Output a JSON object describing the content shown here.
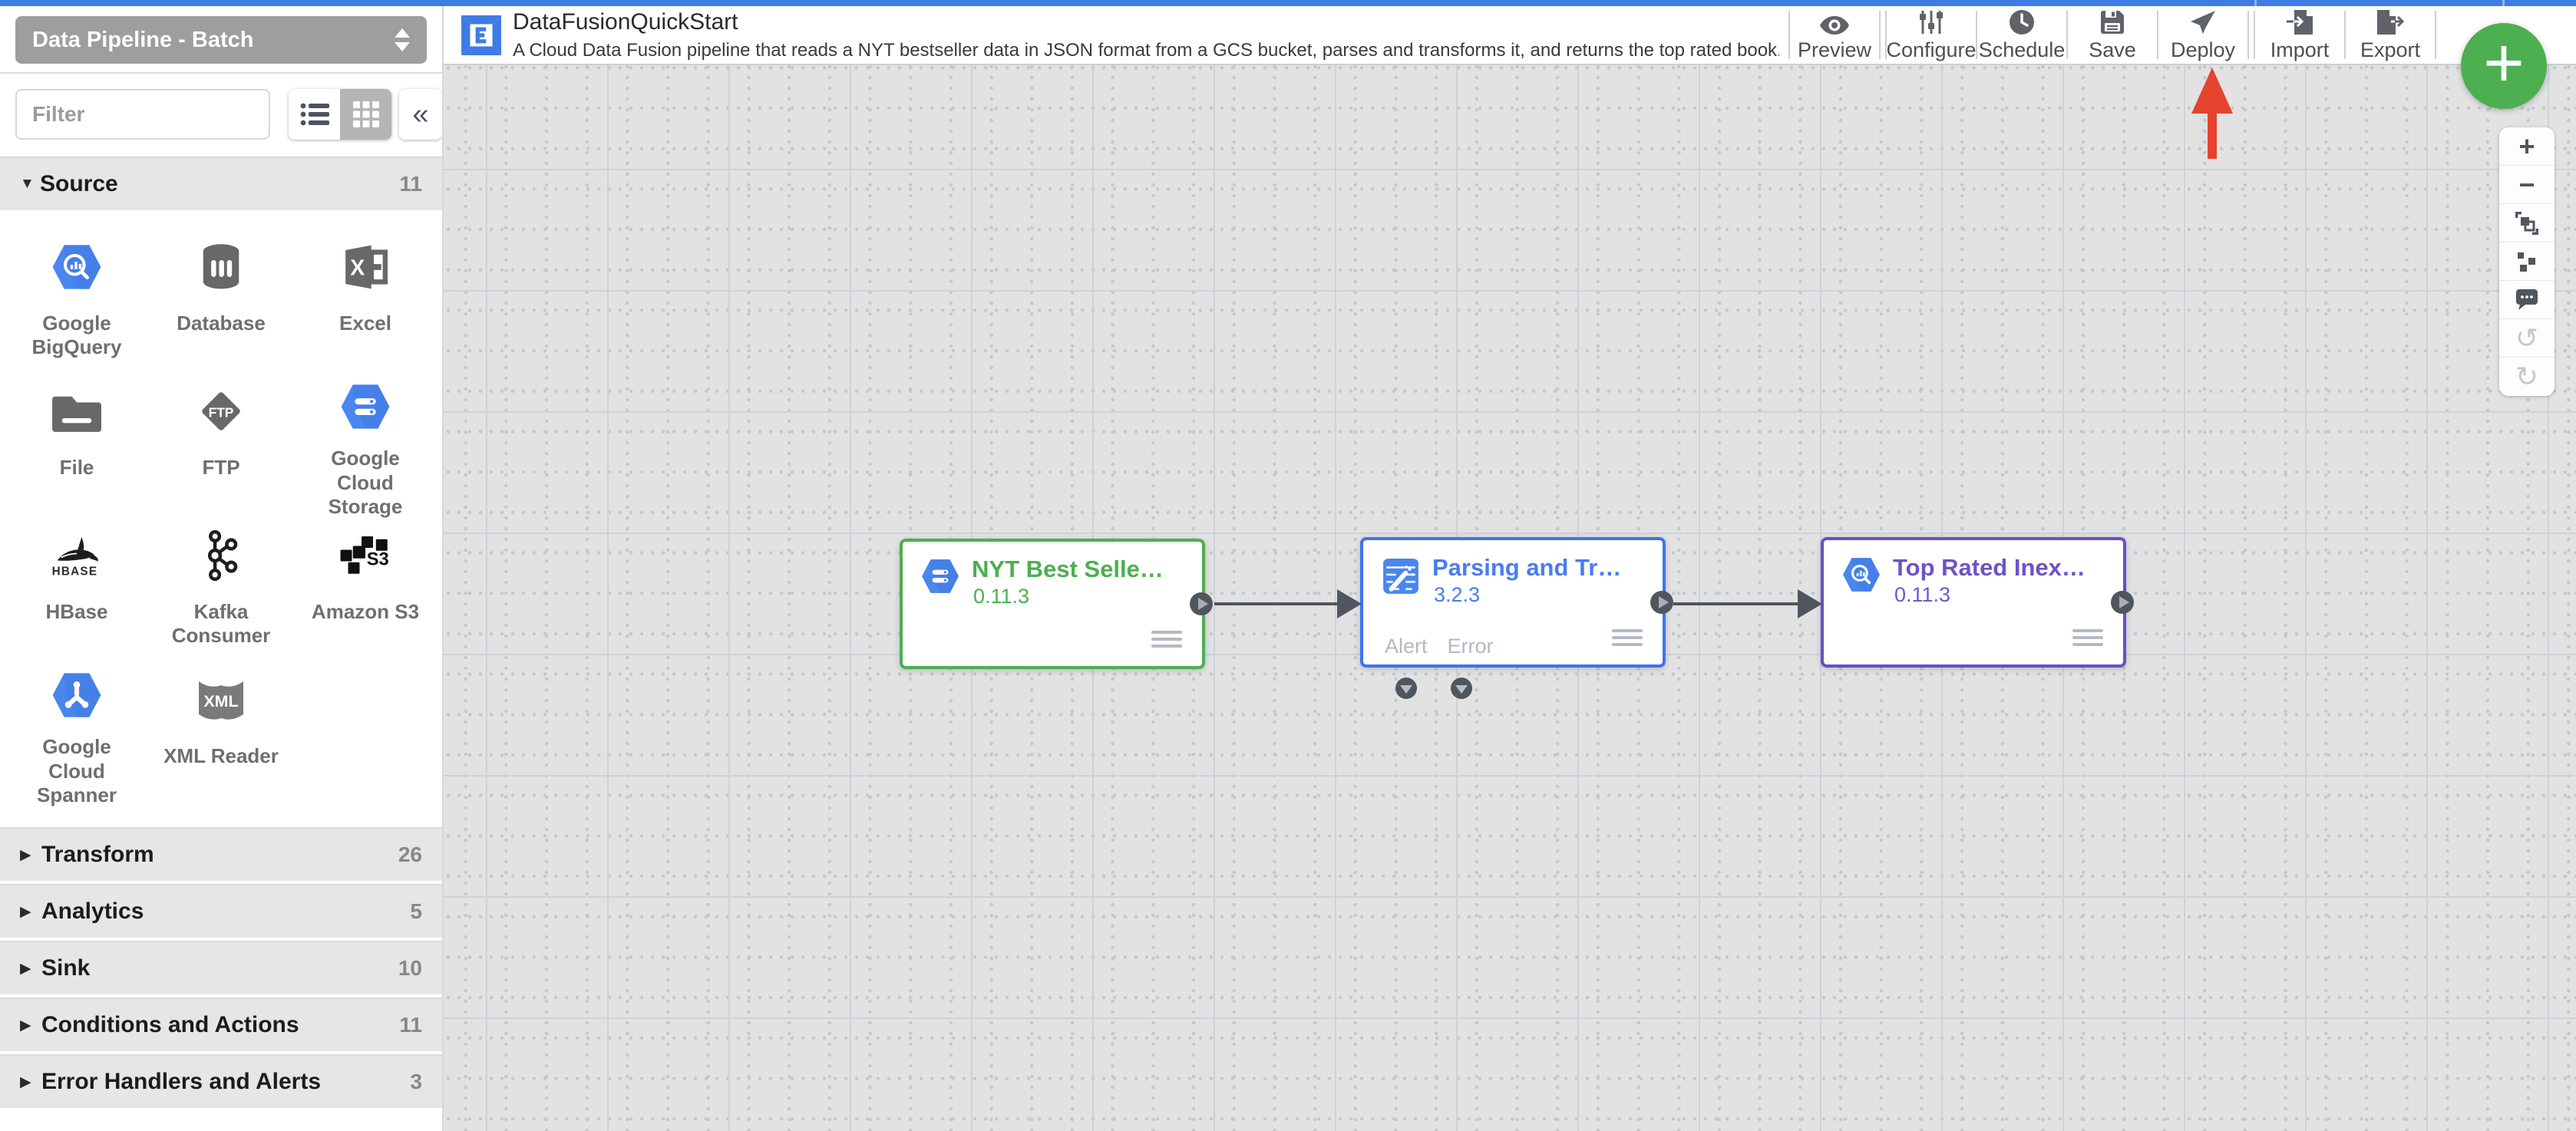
{
  "sidebar": {
    "pipeline_type": "Data Pipeline - Batch",
    "filter": {
      "placeholder": "Filter"
    },
    "collapse_label": "«",
    "view_toggle": {
      "list_icon": "list-view-icon",
      "grid_icon": "grid-view-icon",
      "selected": "grid"
    },
    "source": {
      "label": "Source",
      "count": "11",
      "expanded": true,
      "items": [
        {
          "label": "Google BigQuery",
          "icon": "bigquery-hexagon-icon"
        },
        {
          "label": "Database",
          "icon": "database-cylinder-icon"
        },
        {
          "label": "Excel",
          "icon": "excel-icon",
          "icon_text": "X"
        },
        {
          "label": "File",
          "icon": "folder-icon"
        },
        {
          "label": "FTP",
          "icon": "ftp-diamond-icon",
          "icon_text": "FTP"
        },
        {
          "label": "Google Cloud Storage",
          "icon": "gcs-hexagon-icon"
        },
        {
          "label": "HBase",
          "icon": "hbase-orca-icon",
          "icon_text": "HBASE"
        },
        {
          "label": "Kafka Consumer",
          "icon": "kafka-icon"
        },
        {
          "label": "Amazon S3",
          "icon": "s3-cubes-icon",
          "icon_text": "S3"
        },
        {
          "label": "Google Cloud Spanner",
          "icon": "spanner-hexagon-icon"
        },
        {
          "label": "XML Reader",
          "icon": "xml-book-icon",
          "icon_text": "XML"
        }
      ]
    },
    "collapsed_sections": [
      {
        "label": "Transform",
        "count": "26"
      },
      {
        "label": "Analytics",
        "count": "5"
      },
      {
        "label": "Sink",
        "count": "10"
      },
      {
        "label": "Conditions and Actions",
        "count": "11"
      },
      {
        "label": "Error Handlers and Alerts",
        "count": "3"
      }
    ]
  },
  "header": {
    "logo": "cdap-logo",
    "title": "DataFusionQuickStart",
    "description": "A Cloud Data Fusion pipeline that reads a NYT bestseller data in JSON format from a GCS bucket, parses and transforms it, and returns the top rated book...",
    "toolbar": [
      {
        "label": "Preview",
        "icon": "eye-icon"
      },
      {
        "label": "Configure",
        "icon": "sliders-icon"
      },
      {
        "label": "Schedule",
        "icon": "clock-icon"
      },
      {
        "label": "Save",
        "icon": "floppy-icon"
      },
      {
        "label": "Deploy",
        "icon": "paper-plane-icon"
      },
      {
        "label": "Import",
        "icon": "import-document-icon"
      },
      {
        "label": "Export",
        "icon": "export-document-icon"
      }
    ]
  },
  "canvas": {
    "annotation": {
      "type": "red-arrow",
      "points_at": "Deploy",
      "color": "#e5432e"
    },
    "nodes": [
      {
        "name": "NYT Best Selle…",
        "version": "0.11.3",
        "accent_color": "#4caf50",
        "icon": "gcs-hexagon-icon"
      },
      {
        "name": "Parsing and Tr…",
        "version": "3.2.3",
        "accent_color": "#3d74ee",
        "icon": "wrangler-icon",
        "alert_label": "Alert",
        "error_label": "Error"
      },
      {
        "name": "Top Rated Inex…",
        "version": "0.11.3",
        "accent_color": "#6a4ec6",
        "icon": "bigquery-hexagon-icon"
      }
    ],
    "fab": {
      "label": "+",
      "color": "#4caf50"
    },
    "zoom_controls": [
      {
        "name": "zoom-in",
        "glyph": "+"
      },
      {
        "name": "zoom-out",
        "glyph": "−"
      },
      {
        "name": "fit-to-screen",
        "glyph": ""
      },
      {
        "name": "align-nodes",
        "glyph": ""
      },
      {
        "name": "comment",
        "glyph": ""
      },
      {
        "name": "undo",
        "glyph": "↺",
        "disabled": true
      },
      {
        "name": "redo",
        "glyph": "↻",
        "disabled": true
      }
    ],
    "colors": {
      "background": "#e2e2e3",
      "grid_line": "#ccd2d9",
      "connection": "#50565e"
    }
  }
}
